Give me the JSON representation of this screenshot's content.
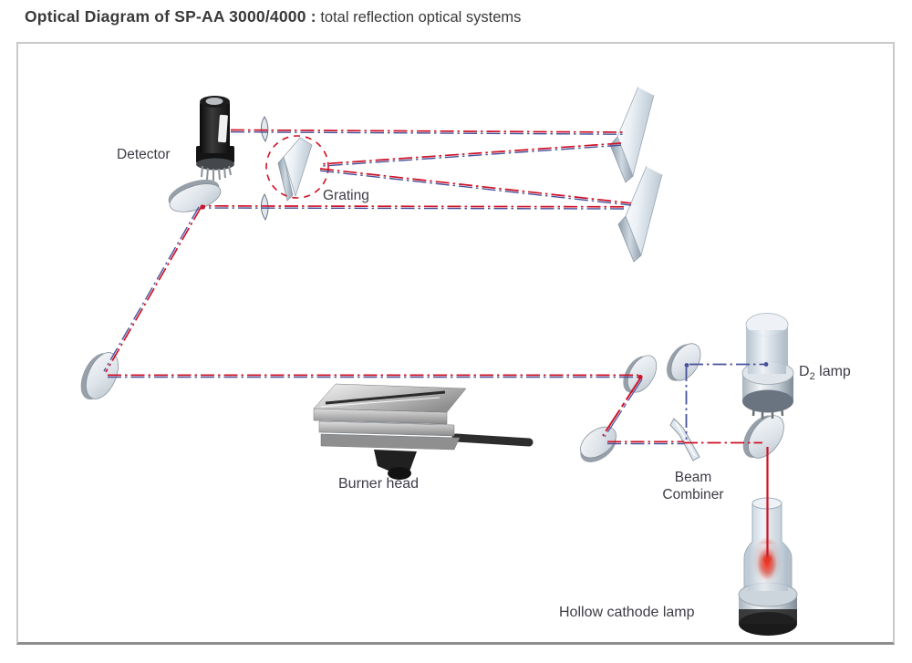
{
  "title": {
    "bold": "Optical Diagram of SP-AA 3000/4000 :",
    "regular": " total reflection optical systems"
  },
  "labels": {
    "detector": "Detector",
    "grating": "Grating",
    "burner_head": "Burner head",
    "d2_lamp_main": "D",
    "d2_lamp_sub": "2",
    "d2_lamp_rest": " lamp",
    "beam_combiner_line1": "Beam",
    "beam_combiner_line2": "Combiner",
    "hollow_cathode_lamp": "Hollow cathode lamp"
  },
  "colors": {
    "beam_red": "#ce1126",
    "beam_blue": "#47519c",
    "label_text": "#3c3c46",
    "title_text": "#3a3a3a",
    "frame_border": "#c9c9c9",
    "frame_border_bottom": "#8e8e8e",
    "background": "#ffffff"
  }
}
